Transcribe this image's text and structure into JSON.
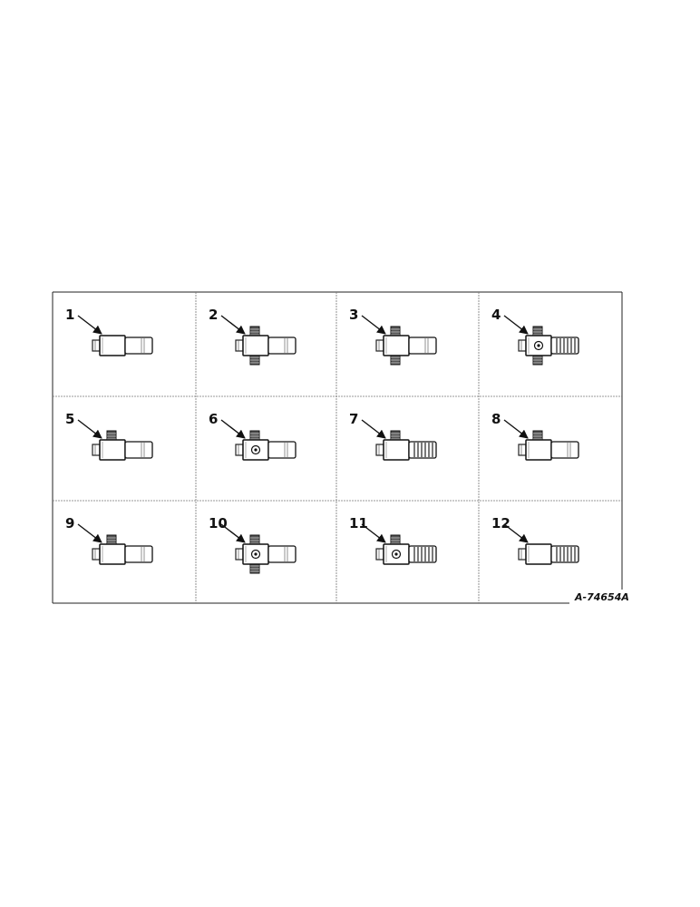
{
  "figure": {
    "reference": "A-74654A",
    "parts": [
      {
        "number": "1",
        "fitting": "straight-adapter",
        "hole": false,
        "top_stem": false,
        "bottom_stem": false,
        "ribbed_tail": false
      },
      {
        "number": "2",
        "fitting": "cross-fitting",
        "hole": false,
        "top_stem": true,
        "bottom_stem": true,
        "ribbed_tail": false
      },
      {
        "number": "3",
        "fitting": "cross-fitting",
        "hole": false,
        "top_stem": true,
        "bottom_stem": true,
        "ribbed_tail": false
      },
      {
        "number": "4",
        "fitting": "cross-fitting",
        "hole": true,
        "top_stem": true,
        "bottom_stem": true,
        "ribbed_tail": true
      },
      {
        "number": "5",
        "fitting": "elbow-fitting",
        "hole": false,
        "top_stem": true,
        "bottom_stem": false,
        "ribbed_tail": false
      },
      {
        "number": "6",
        "fitting": "tee-fitting",
        "hole": true,
        "top_stem": true,
        "bottom_stem": false,
        "ribbed_tail": false
      },
      {
        "number": "7",
        "fitting": "tee-fitting",
        "hole": false,
        "top_stem": true,
        "bottom_stem": false,
        "ribbed_tail": true
      },
      {
        "number": "8",
        "fitting": "elbow-fitting",
        "hole": false,
        "top_stem": true,
        "bottom_stem": false,
        "ribbed_tail": false
      },
      {
        "number": "9",
        "fitting": "tee-fitting",
        "hole": false,
        "top_stem": true,
        "bottom_stem": false,
        "ribbed_tail": false
      },
      {
        "number": "10",
        "fitting": "cross-fitting",
        "hole": true,
        "top_stem": true,
        "bottom_stem": true,
        "ribbed_tail": false
      },
      {
        "number": "11",
        "fitting": "tee-fitting",
        "hole": true,
        "top_stem": true,
        "bottom_stem": false,
        "ribbed_tail": true
      },
      {
        "number": "12",
        "fitting": "straight-adapter",
        "hole": false,
        "top_stem": false,
        "bottom_stem": false,
        "ribbed_tail": true
      }
    ]
  }
}
